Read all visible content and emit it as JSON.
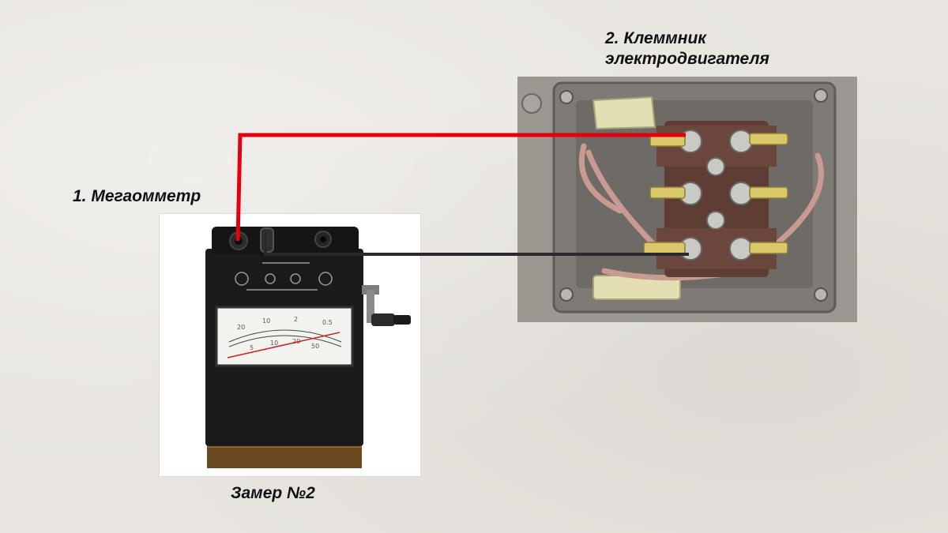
{
  "labels": {
    "megohmmeter": "1. Мегаомметр",
    "terminal_line1": "2. Клеммник",
    "terminal_line2": "электродвигателя",
    "measurement": "Замер №2"
  },
  "colors": {
    "wire_red": "#e3000f",
    "wire_black": "#2a2a2a",
    "background": "#e8e5e0"
  },
  "icons": {
    "meter": "megohmmeter-device",
    "terminal": "motor-terminal-box"
  }
}
